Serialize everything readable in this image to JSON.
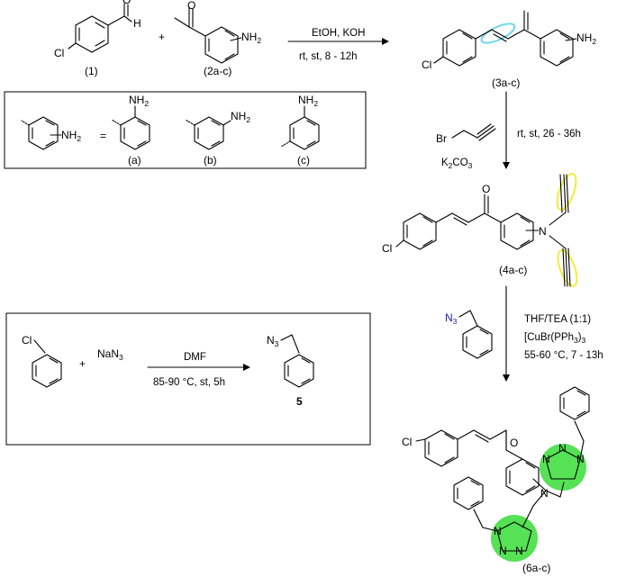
{
  "scheme": {
    "colors": {
      "alkene_highlight": "#6fd8ee",
      "alkyne_highlight": "#f3ec3a",
      "triazole_highlight": "#55e255",
      "propargyl_bond": "#cc00cc",
      "azide_label": "#1b1bb8"
    },
    "compounds": {
      "c1": "(1)",
      "c2": "(2a-c)",
      "c3": "(3a-c)",
      "c4": "(4a-c)",
      "c5": "5",
      "c6": "(6a-c)"
    },
    "atoms": {
      "cl": "Cl",
      "h": "H",
      "o": "O",
      "n": "N",
      "br": "Br",
      "nh2": "NH",
      "two": "2",
      "three": "3",
      "n3_n": "N",
      "plus": "+"
    },
    "substituent_box": {
      "equals": "=",
      "variants": [
        "(a)",
        "(b)",
        "(c)"
      ]
    },
    "reagents": {
      "step1_above": "EtOH, KOH",
      "step1_below": "rt, st, 8 - 12h",
      "step2_condition": "rt, st, 26 - 36h",
      "step2_base": "K",
      "step2_base_tail": "CO",
      "step3_solvent": "THF/TEA (1:1)",
      "step3_catalyst": "[CuBr(PPh",
      "step3_catalyst_tail": ")",
      "step3_temp": "55-60 °C, 7 - 13h",
      "azide_reagent": "NaN",
      "azide_above": "DMF",
      "azide_below": "85-90 °C, st, 5h"
    }
  }
}
